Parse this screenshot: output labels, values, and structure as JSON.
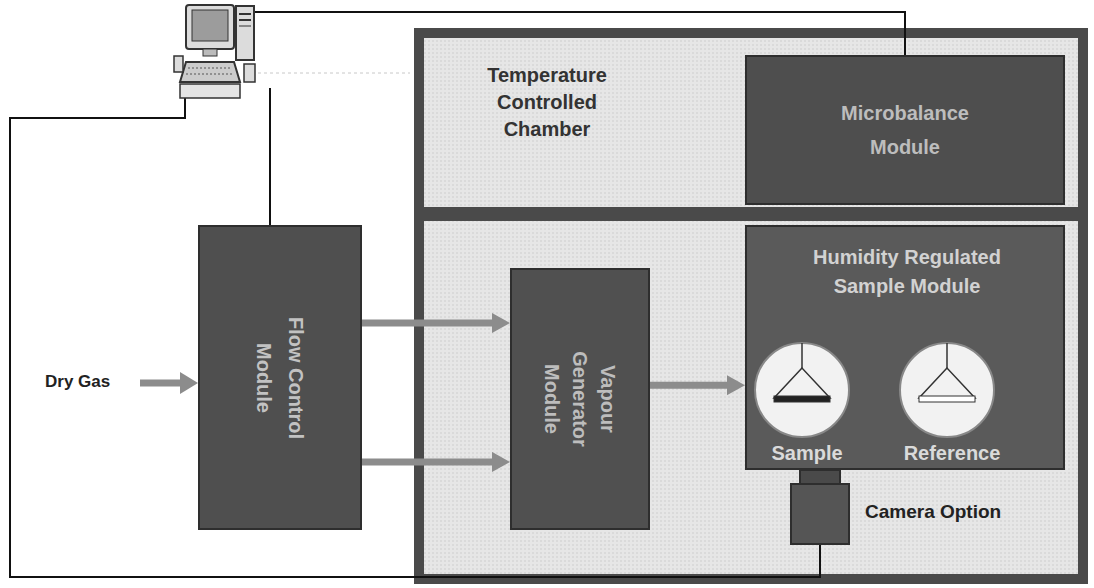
{
  "diagram": {
    "nodes": [
      {
        "text": [
          "Flow Control Module"
        ]
      },
      {
        "text": [
          "Temperature Controlled Chamber"
        ]
      },
      {
        "text": [
          "Microbalance Module"
        ],
        "in": 1
      },
      {
        "text": [
          "Vapour Generator Module"
        ],
        "in": 1
      },
      {
        "text": [
          "Humidity Regulated Sample Module"
        ],
        "in": 1
      },
      {
        "text": [
          "Sample"
        ],
        "in": 4
      },
      {
        "text": [
          "Reference"
        ],
        "in": 4
      },
      {
        "text": [
          "Camera Option"
        ],
        "in": 1
      }
    ],
    "edges": [
      {
        "from": 0,
        "to": 3,
        "arrow": "to"
      },
      {
        "from": 0,
        "to": 3,
        "arrow": "to"
      },
      {
        "from": 3,
        "to": 4,
        "arrow": "to"
      }
    ],
    "labels": [
      "Dry Gas"
    ]
  }
}
